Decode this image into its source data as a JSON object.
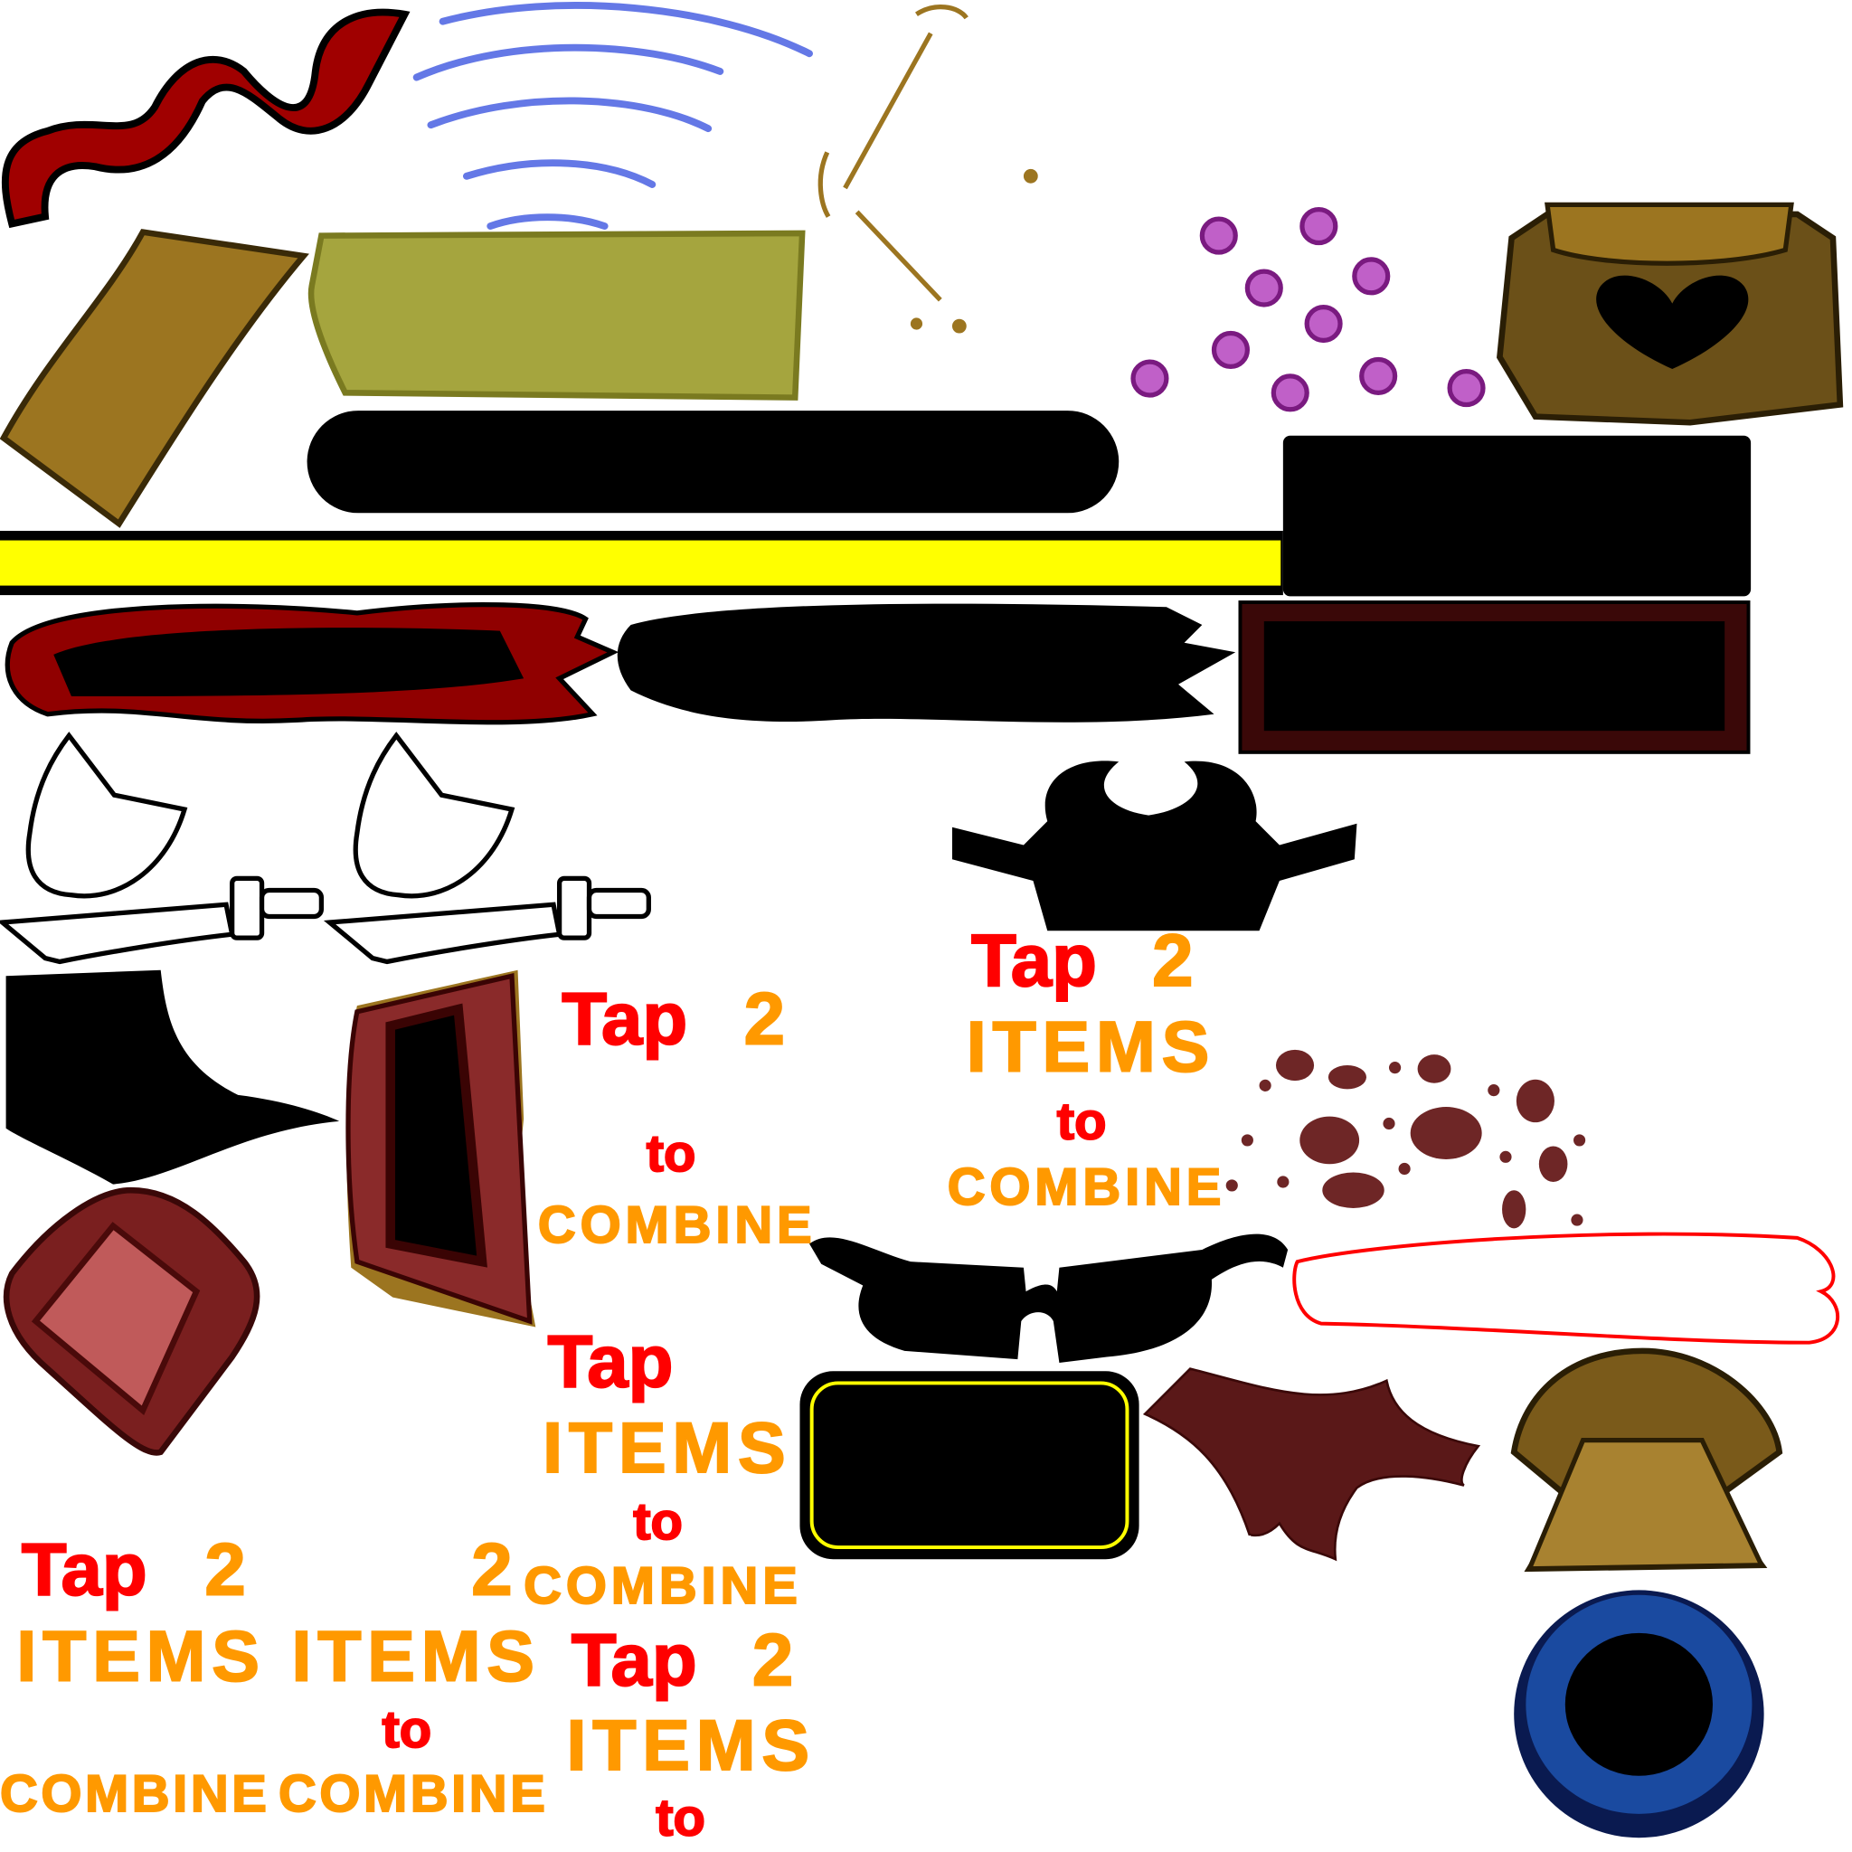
{
  "atlas": {
    "colors": {
      "red": "#ff0000",
      "orange": "#ff9900",
      "yellow": "#ffff00",
      "maroon": "#7a1f1f",
      "olive": "#a5a53e",
      "gold": "#9c7520",
      "blue": "#1a4aa0",
      "purple": "#8a2a90",
      "stream": "#6478e6"
    },
    "text_blocks": [
      {
        "tap": "Tap",
        "two": "2",
        "to": "to",
        "combine": "COMBINE"
      },
      {
        "tap": "Tap",
        "two": "2",
        "items": "ITEMS",
        "to": "to",
        "combine": "COMBINE"
      },
      {
        "tap": "Tap",
        "items": "ITEMS",
        "to": "to",
        "combine": "COMBINE"
      },
      {
        "tap": "Tap",
        "two": "2",
        "items": "ITEMS",
        "combine": "COMBINE"
      },
      {
        "two": "2",
        "items": "ITEMS",
        "to": "to",
        "combine": "COMBINE"
      },
      {
        "tap": "Tap",
        "two": "2",
        "items": "ITEMS",
        "to": "to"
      }
    ]
  }
}
